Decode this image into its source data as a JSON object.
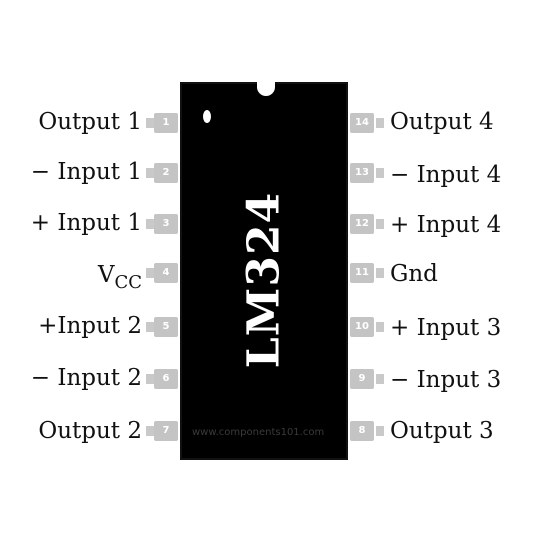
{
  "chip": {
    "part_number": "LM324",
    "watermark": "www.components101.com"
  },
  "pins_left": [
    {
      "number": "1",
      "label": "Output 1"
    },
    {
      "number": "2",
      "label": "− Input 1"
    },
    {
      "number": "3",
      "label": "+ Input 1"
    },
    {
      "number": "4",
      "label_main": "V",
      "label_sub": "CC"
    },
    {
      "number": "5",
      "label": "+Input 2"
    },
    {
      "number": "6",
      "label": "− Input 2"
    },
    {
      "number": "7",
      "label": "Output 2"
    }
  ],
  "pins_right": [
    {
      "number": "14",
      "label": "Output 4"
    },
    {
      "number": "13",
      "label": "− Input 4"
    },
    {
      "number": "12",
      "label": "+ Input 4"
    },
    {
      "number": "11",
      "label": "Gnd"
    },
    {
      "number": "10",
      "label": "+ Input 3"
    },
    {
      "number": "9",
      "label": "− Input 3"
    },
    {
      "number": "8",
      "label": "Output 3"
    }
  ]
}
